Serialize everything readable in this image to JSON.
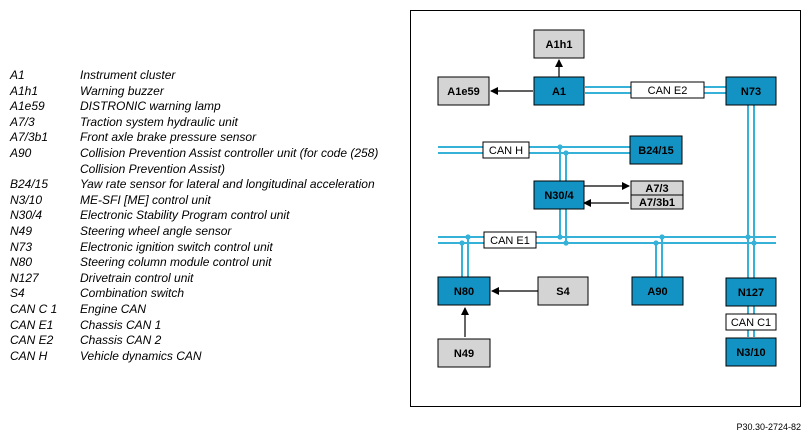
{
  "legend": [
    {
      "code": "A1",
      "desc": "Instrument cluster"
    },
    {
      "code": "A1h1",
      "desc": "Warning buzzer"
    },
    {
      "code": "A1e59",
      "desc": "DISTRONIC warning lamp"
    },
    {
      "code": "A7/3",
      "desc": "Traction system hydraulic unit"
    },
    {
      "code": "A7/3b1",
      "desc": "Front axle brake pressure sensor"
    },
    {
      "code": "A90",
      "desc": "Collision Prevention Assist controller unit (for code (258) Collision Prevention Assist)"
    },
    {
      "code": "B24/15",
      "desc": "Yaw rate sensor for lateral and longitudinal acceleration"
    },
    {
      "code": "N3/10",
      "desc": "ME-SFI [ME] control unit"
    },
    {
      "code": "N30/4",
      "desc": "Electronic Stability Program control unit"
    },
    {
      "code": "N49",
      "desc": "Steering wheel angle sensor"
    },
    {
      "code": "N73",
      "desc": "Electronic ignition switch control unit"
    },
    {
      "code": "N80",
      "desc": "Steering column module control unit"
    },
    {
      "code": "N127",
      "desc": "Drivetrain control unit"
    },
    {
      "code": "S4",
      "desc": "Combination switch"
    },
    {
      "code": "CAN C 1",
      "desc": "Engine CAN"
    },
    {
      "code": "CAN E1",
      "desc": "Chassis CAN 1"
    },
    {
      "code": "CAN E2",
      "desc": "Chassis CAN 2"
    },
    {
      "code": "CAN H",
      "desc": "Vehicle dynamics CAN"
    }
  ],
  "diagram": {
    "modules": {
      "A1h1": "A1h1",
      "A1e59": "A1e59",
      "A1": "A1",
      "N73": "N73",
      "B24_15": "B24/15",
      "N30_4": "N30/4",
      "A7_3": "A7/3",
      "A7_3b1": "A7/3b1",
      "N80": "N80",
      "S4": "S4",
      "A90": "A90",
      "N127": "N127",
      "N49": "N49",
      "N3_10": "N3/10"
    },
    "buses": {
      "can_e2": "CAN E2",
      "can_h": "CAN H",
      "can_e1": "CAN E1",
      "can_c1": "CAN C1"
    },
    "colors": {
      "control_unit": "#1393c4",
      "component": "#d4d4d4",
      "bus_line": "#36b1d8"
    }
  },
  "figure_ref": "P30.30-2724-82"
}
